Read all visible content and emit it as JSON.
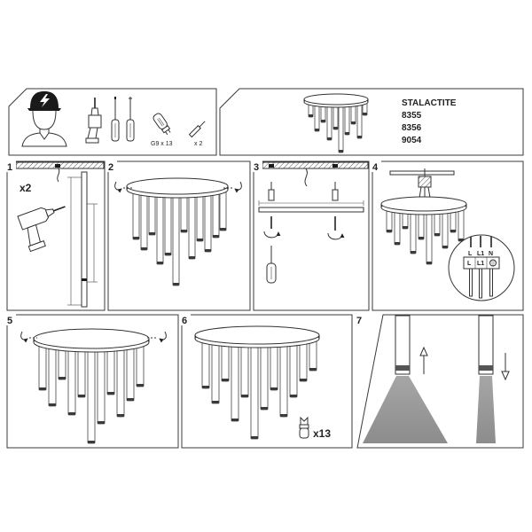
{
  "document": {
    "product_name": "STALACTITE",
    "model_numbers": [
      "8355",
      "8356",
      "9054"
    ]
  },
  "tools": {
    "bulb_label": "G9 x 13",
    "anchor_count_label": "x 2",
    "icons": [
      "electrician-icon",
      "drill-icon",
      "screwdriver-flat-icon",
      "screwdriver-phillips-icon",
      "g9-bulb-icon",
      "wall-plug-icon"
    ]
  },
  "steps": [
    {
      "number": "1",
      "count_label": "x2"
    },
    {
      "number": "2"
    },
    {
      "number": "3"
    },
    {
      "number": "4",
      "terminal_top_labels": [
        "L",
        "L1",
        "N"
      ],
      "terminal_bottom_labels": [
        "L",
        "L1"
      ],
      "terminal_bottom_icon": "earth-ground-icon"
    },
    {
      "number": "5"
    },
    {
      "number": "6",
      "count_label": "x13"
    },
    {
      "number": "7"
    }
  ],
  "colors": {
    "line": "#333333",
    "light_beam": "#9a9a9a",
    "helmet": "#1a1a1a"
  }
}
